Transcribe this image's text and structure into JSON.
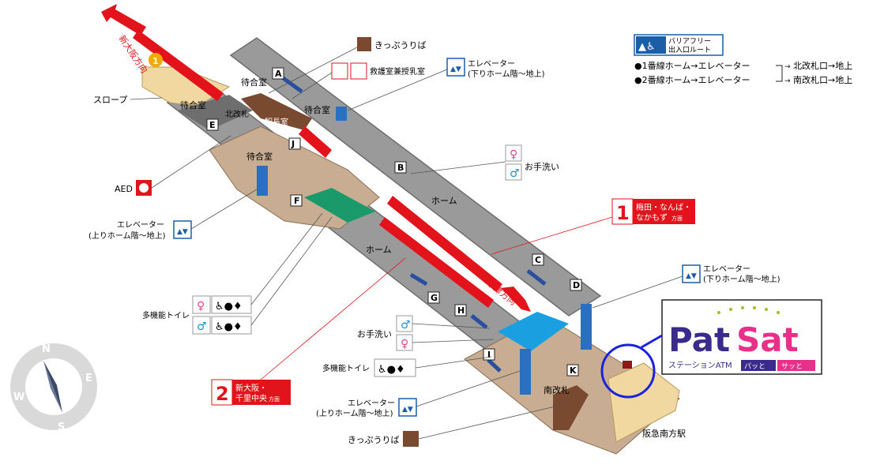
{
  "colors": {
    "platform": "#9a9a9a",
    "platform_edge": "#6e6e6e",
    "concourse": "#c8ad92",
    "track_red": "#e2131a",
    "barrier_free": "#1a5ea8",
    "elevator": "#2a6fc0",
    "escalator": "#2a4fa0",
    "toilet_men": "#1e90d0",
    "toilet_women": "#e8438a",
    "highlight_circle": "#1a22dd",
    "patsat_purple": "#3a2a8c",
    "patsat_pink": "#e8308a",
    "exit_yellow": "#f0d8a0",
    "station_master": "#7a4a30",
    "cyan_area": "#1aa0e0",
    "green_area": "#1a9a6a"
  },
  "directions": {
    "shin_osaka_top": "新大阪方向",
    "nakatsu": "中津方向"
  },
  "exit_badge_1": "1",
  "labels": {
    "slope": "スロープ",
    "waiting_room_1": "待合室",
    "waiting_room_2": "待合室",
    "waiting_room_3": "待合室",
    "waiting_room_4": "待合室",
    "north_gate": "北改札",
    "station_master": "駅長室",
    "home_upper": "ホーム",
    "home_lower": "ホーム",
    "south_gate": "南改札",
    "hankyu_south": "阪急南方駅",
    "aed": "AED"
  },
  "letters": [
    "A",
    "B",
    "C",
    "D",
    "E",
    "F",
    "G",
    "H",
    "I",
    "J",
    "K"
  ],
  "callouts": {
    "kippu_top": "きっぷうりば",
    "first_aid": "救護室兼授乳室",
    "elevator_top_1": "エレベーター",
    "elevator_top_2": "(下りホーム階～地上)",
    "toilet_top": "お手洗い",
    "elevator_left_1": "エレベーター",
    "elevator_left_2": "(上りホーム階～地上)",
    "multi_toilet_left": "多機能トイレ",
    "elevator_right_1": "エレベーター",
    "elevator_right_2": "(下りホーム階～地上)",
    "toilet_bottom": "お手洗い",
    "multi_toilet_bottom": "多機能トイレ",
    "elevator_bottom_1": "エレベーター",
    "elevator_bottom_2": "(上りホーム階～地上)",
    "kippu_bottom": "きっぷうりば"
  },
  "platform_1": {
    "number": "1",
    "line1": "梅田・なんば・",
    "line2": "なかもず",
    "suffix": "方面"
  },
  "platform_2": {
    "number": "2",
    "line1": "新大阪・",
    "line2": "千里中央",
    "suffix": "方面"
  },
  "barrier_free": {
    "title_1": "バリアフリー",
    "title_2": "出入口ルート",
    "route_1": "●1番線ホーム→エレベーター",
    "route_2": "●2番線ホーム→エレベーター",
    "dest_1": "北改札口→地上",
    "dest_2": "南改札口→地上"
  },
  "patsat": {
    "logo_part1": "Pat",
    "logo_part2": "Sat",
    "tag_main": "ステーションATM",
    "tag_a": "パッと",
    "tag_b": "サッと"
  },
  "compass": {
    "n": "N",
    "e": "E",
    "s": "S",
    "w": "W"
  }
}
